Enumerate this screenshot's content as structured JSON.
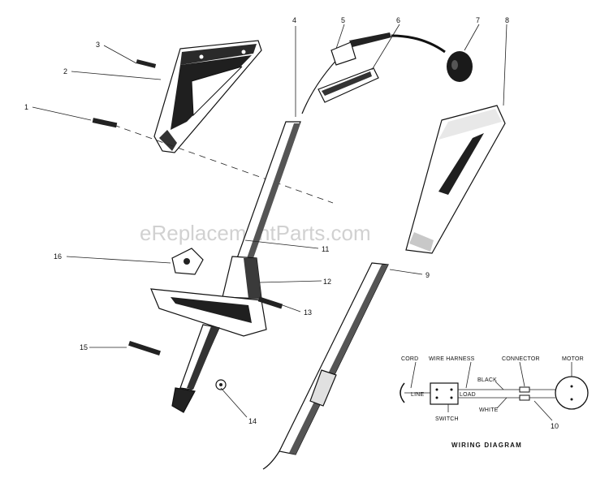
{
  "watermark": "eReplacementParts.com",
  "part_labels": {
    "p1": "1",
    "p2": "2",
    "p3": "3",
    "p4": "4",
    "p5": "5",
    "p6": "6",
    "p7": "7",
    "p8": "8",
    "p9": "9",
    "p10": "10",
    "p11": "11",
    "p12": "12",
    "p13": "13",
    "p14": "14",
    "p15": "15",
    "p16": "16"
  },
  "wiring_diagram": {
    "title": "WIRING DIAGRAM",
    "cord": "CORD",
    "wire_harness": "WIRE HARNESS",
    "connector": "CONNECTOR",
    "motor": "MOTOR",
    "line": "LINE",
    "load": "LOAD",
    "black": "BLACK",
    "white": "WHITE",
    "switch": "SWITCH"
  }
}
